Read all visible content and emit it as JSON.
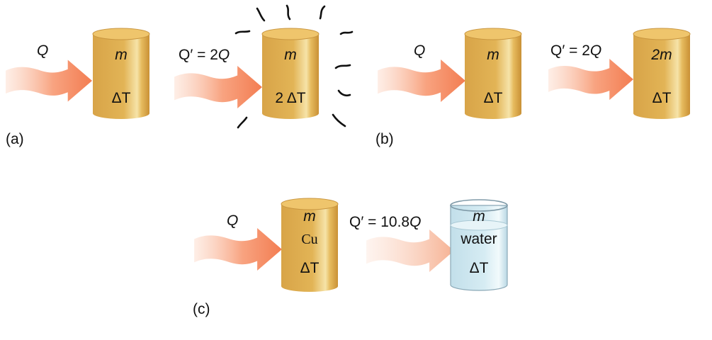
{
  "colors": {
    "arrow": "#f58860",
    "arrow_faint": "#f8b79c",
    "cylinder_body": "#dfae52",
    "cylinder_highlight": "#f4dd9e",
    "cylinder_top": "#efc56c",
    "water_body": "#cde6ef",
    "water_top": "#e7f4f8",
    "glass_rim": "#8aa8b6",
    "heat_squiggle": "#111111"
  },
  "panel_a": {
    "tag": "(a)",
    "left": {
      "heat": "Q",
      "mass": "m",
      "delta_t": "ΔT"
    },
    "right": {
      "heat_prefix": "Q′ = 2",
      "heat_var": "Q",
      "mass": "m",
      "delta_t": "2 ΔT"
    }
  },
  "panel_b": {
    "tag": "(b)",
    "left": {
      "heat": "Q",
      "mass": "m",
      "delta_t": "ΔT"
    },
    "right": {
      "heat_prefix": "Q′ = 2",
      "heat_var": "Q",
      "mass": "2m",
      "delta_t": "ΔT"
    }
  },
  "panel_c": {
    "tag": "(c)",
    "left": {
      "heat": "Q",
      "mass": "m",
      "material": "Cu",
      "delta_t": "ΔT"
    },
    "right": {
      "heat_prefix": "Q′ = 10.8",
      "heat_var": "Q",
      "mass": "m",
      "material": "water",
      "delta_t": "ΔT"
    }
  }
}
